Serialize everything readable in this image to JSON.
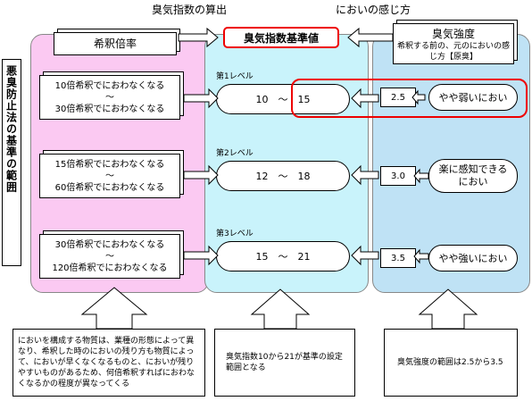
{
  "headers": {
    "left": "臭気指数の算出",
    "right": "においの感じ方"
  },
  "side_label": "悪臭防止法の基準の範囲",
  "dilution_header": "希釈倍率",
  "standard_header": "臭気指数基準値",
  "intensity_header": {
    "title": "臭気強度",
    "subtitle": "希釈する前の、元のにおいの感じ方【原臭】"
  },
  "levels": [
    {
      "dilution": [
        "10倍希釈でにおわなくなる",
        "～",
        "30倍希釈でにおわなくなる"
      ],
      "level_label": "第1レベル",
      "range": "10　～　15",
      "intensity_value": "2.5",
      "intensity_desc": "やや弱いにおい"
    },
    {
      "dilution": [
        "15倍希釈でにおわなくなる",
        "～",
        "60倍希釈でにおわなくなる"
      ],
      "level_label": "第2レベル",
      "range": "12　～　18",
      "intensity_value": "3.0",
      "intensity_desc": "楽に感知できる\nにおい"
    },
    {
      "dilution": [
        "30倍希釈でにおわなくなる",
        "～",
        "120倍希釈でにおわなくなる"
      ],
      "level_label": "第3レベル",
      "range": "15　～　21",
      "intensity_value": "3.5",
      "intensity_desc": "やや強いにおい"
    }
  ],
  "notes": {
    "left": "においを構成する物質は、業種の形態によって異なり、希釈した時のにおいの残り方も物質によって、においが早くなくなるものと、においが残りやすいものがあるため、何倍希釈すればにおわなくなるかの程度が異なってくる",
    "middle": "臭気指数10から21が基準の設定範囲となる",
    "right": "臭気強度の範囲は2.5から3.5"
  },
  "colors": {
    "pink_panel": "#fbc9f2",
    "cyan_panel": "#c9f3fb",
    "blue_panel": "#bfe2f5",
    "highlight": "#e00000"
  }
}
